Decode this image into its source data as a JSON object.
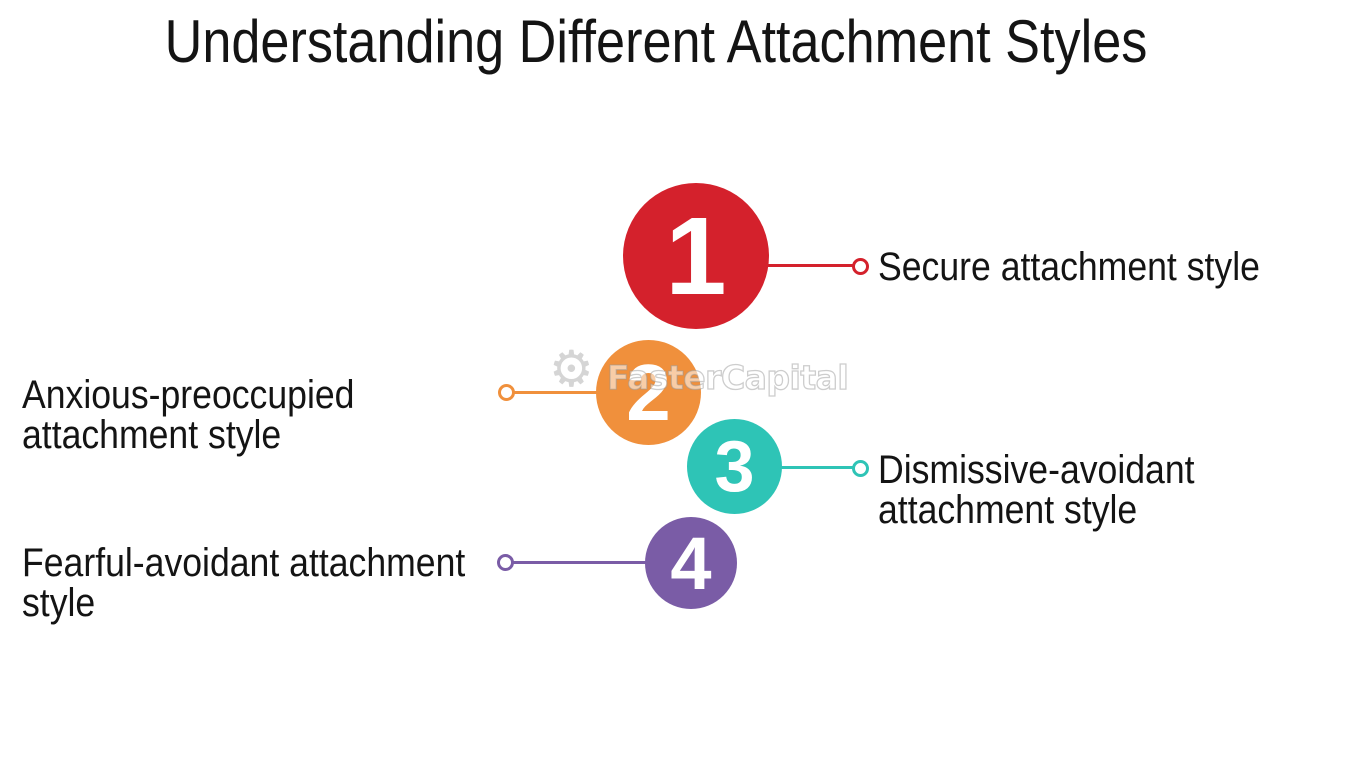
{
  "title": "Understanding Different Attachment Styles",
  "watermark": {
    "text": "FasterCapital",
    "icon": "gear-icon"
  },
  "colors": {
    "step1_red": "#d4212c",
    "step2_orange": "#f0903c",
    "step3_teal": "#2ec4b6",
    "step4_purple": "#7a5ca6",
    "text": "#141414",
    "background": "#ffffff"
  },
  "items": [
    {
      "number": "1",
      "color": "#d4212c",
      "side": "right",
      "label_lines": [
        "Secure attachment style"
      ]
    },
    {
      "number": "2",
      "color": "#f0903c",
      "side": "left",
      "label_lines": [
        "Anxious-preoccupied",
        "attachment style"
      ]
    },
    {
      "number": "3",
      "color": "#2ec4b6",
      "side": "right",
      "label_lines": [
        "Dismissive-avoidant",
        "attachment style"
      ]
    },
    {
      "number": "4",
      "color": "#7a5ca6",
      "side": "left",
      "label_lines": [
        "Fearful-avoidant attachment",
        "style"
      ]
    }
  ]
}
